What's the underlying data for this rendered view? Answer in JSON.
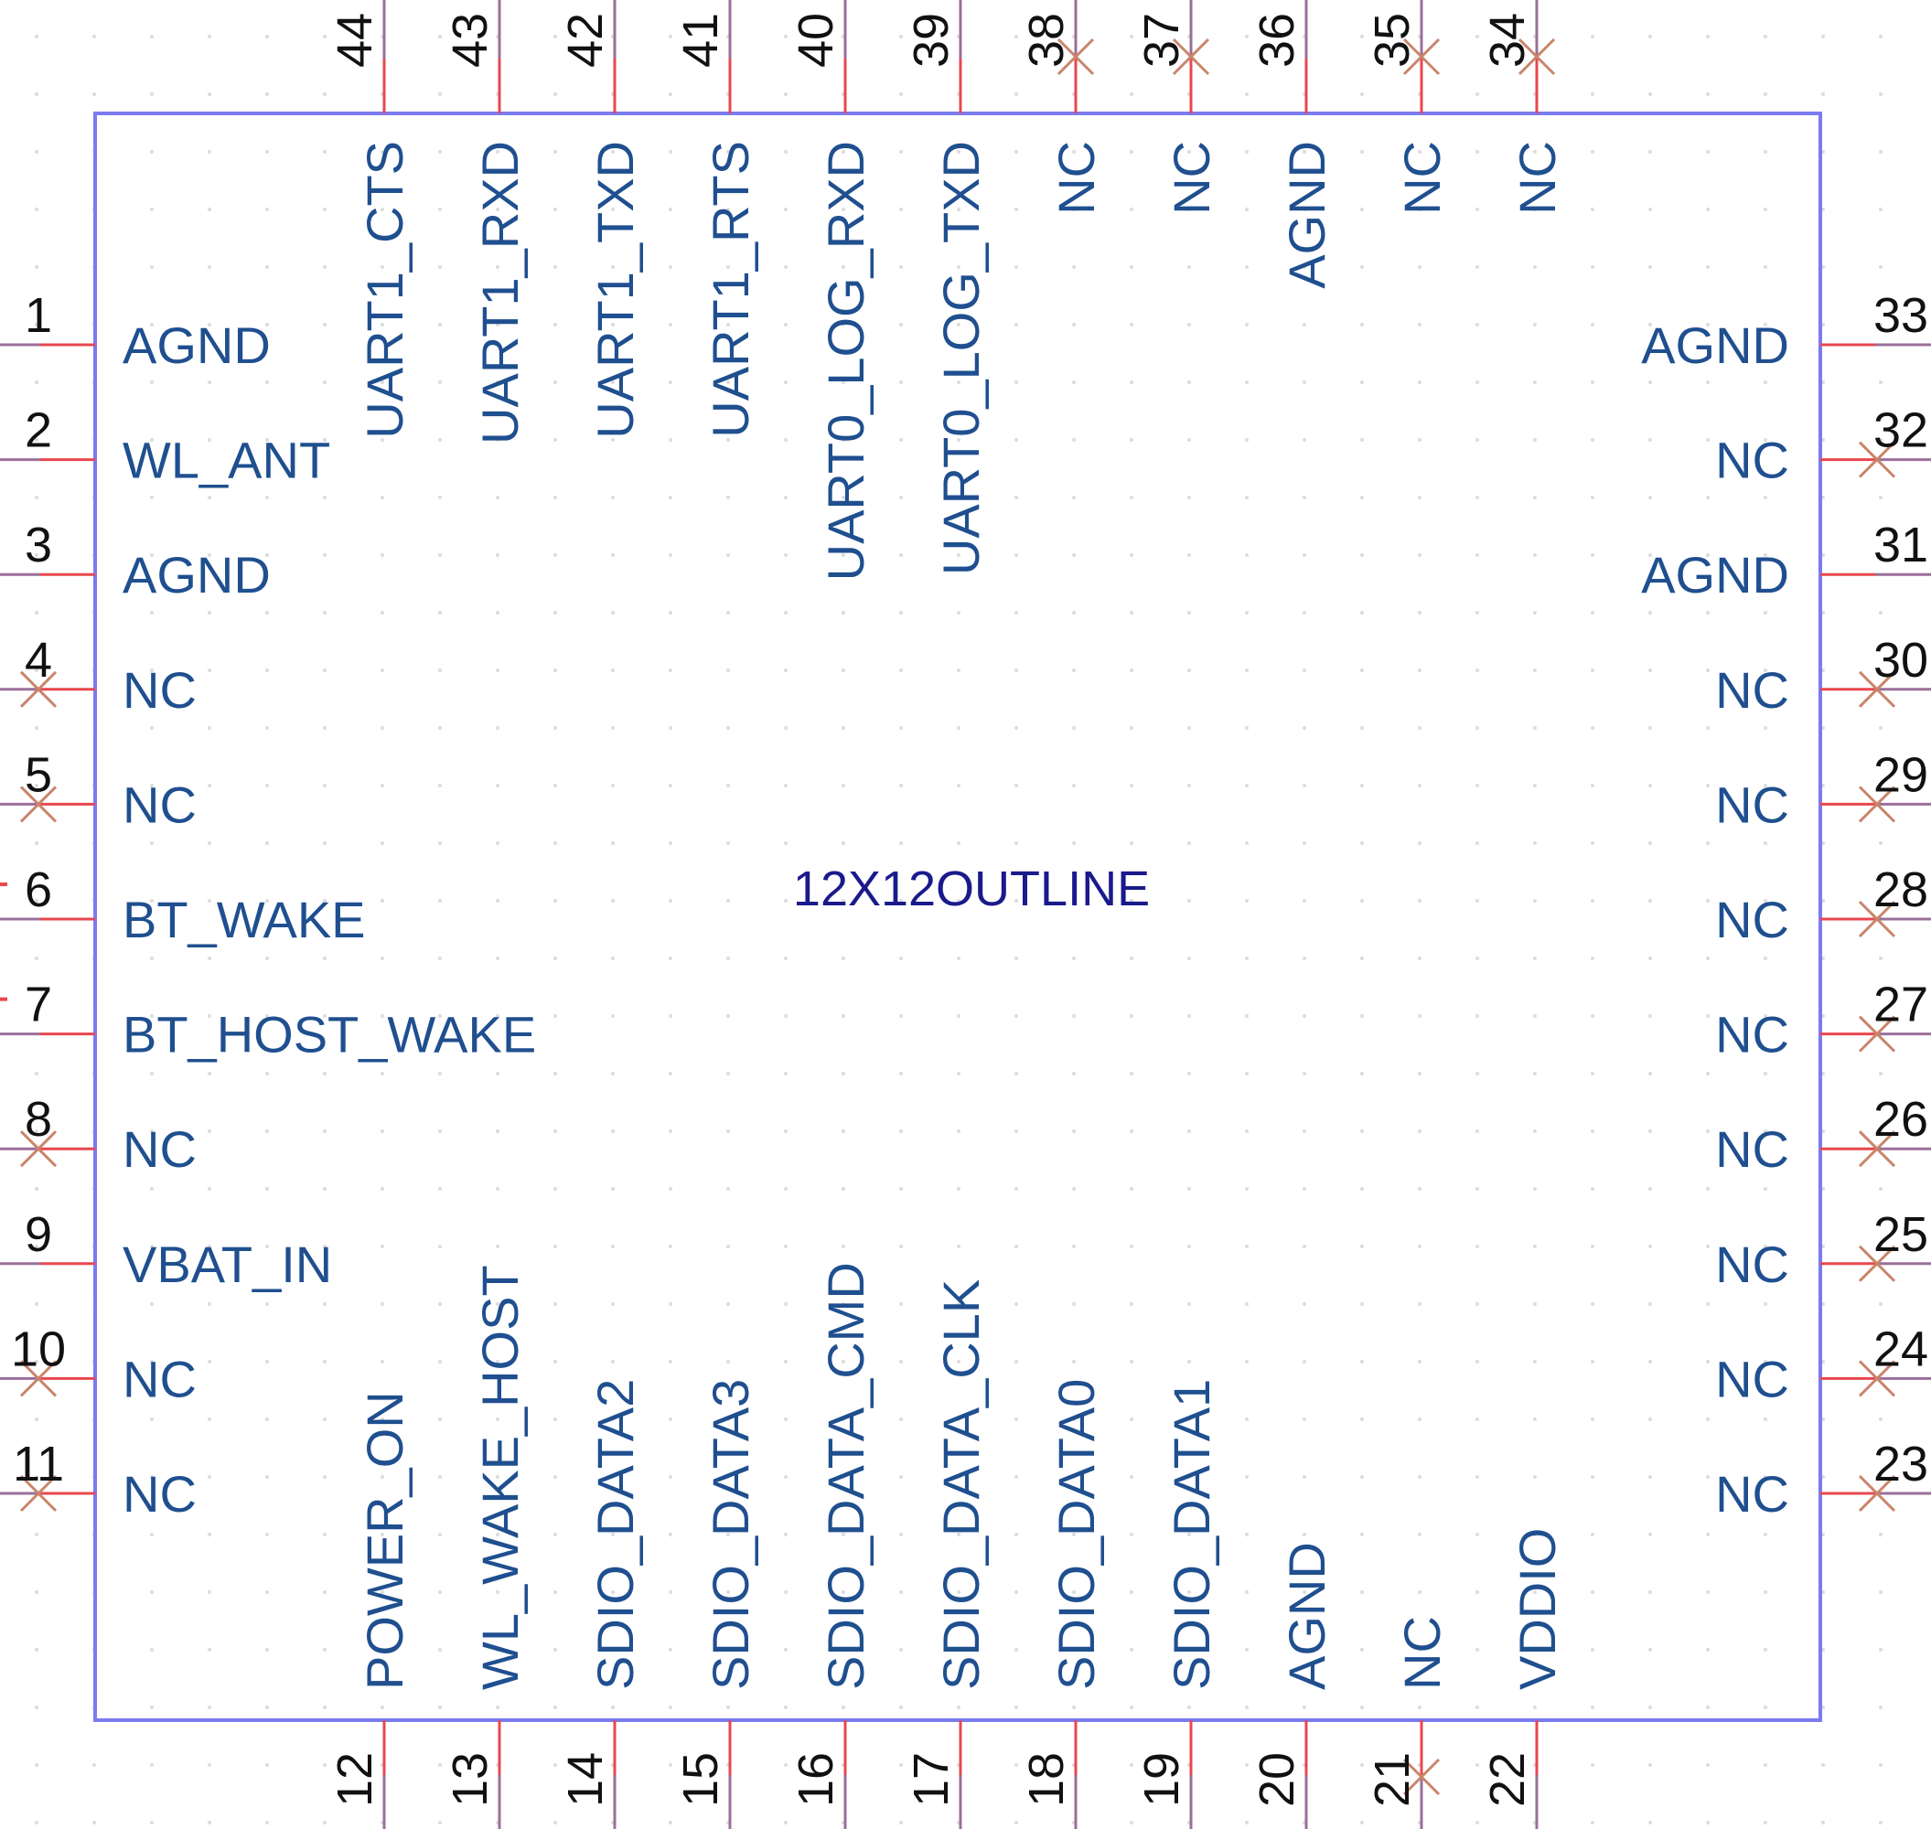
{
  "component": {
    "outline_label": "12X12OUTLINE"
  },
  "pins": {
    "left": [
      {
        "number": "1",
        "name": "AGND",
        "no_connect": false
      },
      {
        "number": "2",
        "name": "WL_ANT",
        "no_connect": false
      },
      {
        "number": "3",
        "name": "AGND",
        "no_connect": false
      },
      {
        "number": "4",
        "name": "NC",
        "no_connect": true
      },
      {
        "number": "5",
        "name": "NC",
        "no_connect": true
      },
      {
        "number": "6",
        "name": "BT_WAKE",
        "no_connect": false
      },
      {
        "number": "7",
        "name": "BT_HOST_WAKE",
        "no_connect": false
      },
      {
        "number": "8",
        "name": "NC",
        "no_connect": true
      },
      {
        "number": "9",
        "name": "VBAT_IN",
        "no_connect": false
      },
      {
        "number": "10",
        "name": "NC",
        "no_connect": true
      },
      {
        "number": "11",
        "name": "NC",
        "no_connect": true
      }
    ],
    "bottom": [
      {
        "number": "12",
        "name": "POWER_ON",
        "no_connect": false
      },
      {
        "number": "13",
        "name": "WL_WAKE_HOST",
        "no_connect": false
      },
      {
        "number": "14",
        "name": "SDIO_DATA2",
        "no_connect": false
      },
      {
        "number": "15",
        "name": "SDIO_DATA3",
        "no_connect": false
      },
      {
        "number": "16",
        "name": "SDIO_DATA_CMD",
        "no_connect": false
      },
      {
        "number": "17",
        "name": "SDIO_DATA_CLK",
        "no_connect": false
      },
      {
        "number": "18",
        "name": "SDIO_DATA0",
        "no_connect": false
      },
      {
        "number": "19",
        "name": "SDIO_DATA1",
        "no_connect": false
      },
      {
        "number": "20",
        "name": "AGND",
        "no_connect": false
      },
      {
        "number": "21",
        "name": "NC",
        "no_connect": true
      },
      {
        "number": "22",
        "name": "VDDIO",
        "no_connect": false
      }
    ],
    "right": [
      {
        "number": "23",
        "name": "NC",
        "no_connect": true
      },
      {
        "number": "24",
        "name": "NC",
        "no_connect": true
      },
      {
        "number": "25",
        "name": "NC",
        "no_connect": true
      },
      {
        "number": "26",
        "name": "NC",
        "no_connect": true
      },
      {
        "number": "27",
        "name": "NC",
        "no_connect": true
      },
      {
        "number": "28",
        "name": "NC",
        "no_connect": true
      },
      {
        "number": "29",
        "name": "NC",
        "no_connect": true
      },
      {
        "number": "30",
        "name": "NC",
        "no_connect": true
      },
      {
        "number": "31",
        "name": "AGND",
        "no_connect": false
      },
      {
        "number": "32",
        "name": "NC",
        "no_connect": true
      },
      {
        "number": "33",
        "name": "AGND",
        "no_connect": false
      }
    ],
    "top": [
      {
        "number": "34",
        "name": "NC",
        "no_connect": true
      },
      {
        "number": "35",
        "name": "NC",
        "no_connect": true
      },
      {
        "number": "36",
        "name": "AGND",
        "no_connect": false
      },
      {
        "number": "37",
        "name": "NC",
        "no_connect": true
      },
      {
        "number": "38",
        "name": "NC",
        "no_connect": true
      },
      {
        "number": "39",
        "name": "UART0_LOG_TXD",
        "no_connect": false
      },
      {
        "number": "40",
        "name": "UART0_LOG_RXD",
        "no_connect": false
      },
      {
        "number": "41",
        "name": "UART1_RTS",
        "no_connect": false
      },
      {
        "number": "42",
        "name": "UART1_TXD",
        "no_connect": false
      },
      {
        "number": "43",
        "name": "UART1_RXD",
        "no_connect": false
      },
      {
        "number": "44",
        "name": "UART1_CTS",
        "no_connect": false
      }
    ]
  },
  "colors": {
    "body_outline": "#7b7bf0",
    "pin_name_text": "#1f4f8f",
    "outline_label_text": "#1a1a8c",
    "pin_number_text": "#111111",
    "pin_line_outer": "#9a6f9a",
    "pin_line_inner": "#e8474f",
    "no_connect_mark": "#c9856a",
    "grid_dot": "#dcdcdc"
  }
}
